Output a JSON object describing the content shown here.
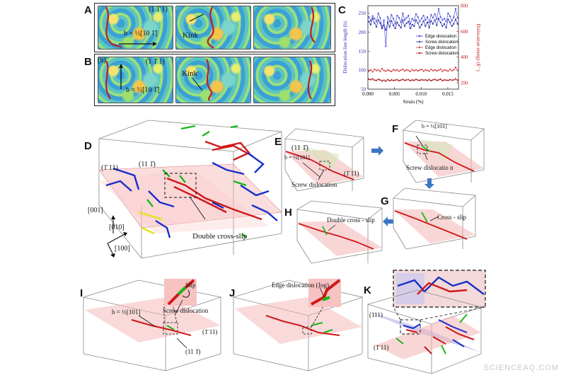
{
  "panels": {
    "A": {
      "letter": "A",
      "plane": "(1 1̄ 1)",
      "burgers": "b = ½[10 1̄]",
      "kink": "Kink"
    },
    "B": {
      "letter": "B",
      "index_b": "(b)",
      "plane": "(1 1̄ 1)",
      "burgers": "b = ½[10 1̄]",
      "kink": "Kink"
    },
    "C": {
      "letter": "C"
    },
    "D": {
      "letter": "D",
      "plane1": "(1̄ 11)",
      "plane2": "(11 1̄)",
      "axis1": "[001]",
      "axis2": "[010]",
      "axis3": "[100]",
      "note": "Double  cross-slip"
    },
    "E": {
      "letter": "E",
      "plane1": "(11 1̄)",
      "burgers": "b = ½[101]",
      "plane2": "(1̄ 11)",
      "note": "Screw dislocation"
    },
    "F": {
      "letter": "F",
      "burgers": "b = ½[101]",
      "note": "Screw dislocatio n"
    },
    "G": {
      "letter": "G",
      "note": "Cross - slip"
    },
    "H": {
      "letter": "H",
      "note": "Double cross - slip"
    },
    "I": {
      "letter": "I",
      "inset": "Slip",
      "burgers": "b = ½[101]",
      "note": "Screw dislocation",
      "plane1": "(1̄ 11)",
      "plane2": "(11 1̄)"
    },
    "J": {
      "letter": "J",
      "note": "Edge dislocation (Jog)"
    },
    "K": {
      "letter": "K",
      "plane1": "(111)",
      "plane2": "(1̄ 11)"
    }
  },
  "chart_data": {
    "type": "line",
    "xlabel": "Strain (%)",
    "ylabel_left": "Dislocation line length (b)",
    "ylabel_right": "Dislocation energy (E⁻)",
    "x_ticks": [
      "0.000",
      "0.005",
      "0.010",
      "0.015"
    ],
    "y_left_ticks": [
      "50",
      "100",
      "150",
      "200",
      "250"
    ],
    "y_right_ticks": [
      "200",
      "400",
      "600",
      "800"
    ],
    "xlim": [
      0.0,
      0.017
    ],
    "ylim_left": [
      50,
      270
    ],
    "ylim_right": [
      150,
      800
    ],
    "legend": [
      "Edge dislocation",
      "Screw dislocation",
      "Edge dislocation",
      "Screw dislocation"
    ],
    "series": [
      {
        "name": "Edge dislocation",
        "axis": "left",
        "color": "#4a4ad8",
        "values": [
          240,
          230,
          243,
          236,
          228,
          250,
          238,
          210,
          232,
          163,
          240,
          228,
          246,
          236,
          222,
          244,
          238,
          226,
          250,
          232,
          238,
          244,
          222,
          236,
          230,
          248,
          240,
          228,
          236,
          244,
          232,
          240,
          226,
          246,
          238,
          248,
          234,
          262,
          240,
          232,
          236,
          228,
          250,
          242,
          230,
          240,
          262,
          238
        ]
      },
      {
        "name": "Screw dislocation",
        "axis": "left",
        "color": "#2a2aa8",
        "values": [
          228,
          220,
          236,
          224,
          214,
          232,
          224,
          210,
          218,
          206,
          226,
          214,
          230,
          218,
          210,
          226,
          218,
          212,
          232,
          216,
          224,
          228,
          210,
          220,
          216,
          232,
          224,
          212,
          220,
          230,
          216,
          226,
          212,
          230,
          222,
          232,
          218,
          236,
          226,
          216,
          222,
          212,
          234,
          226,
          216,
          222,
          234,
          222
        ]
      },
      {
        "name": "Edge dislocation",
        "axis": "right",
        "color": "#d84040",
        "values": [
          290,
          300,
          285,
          305,
          295,
          300,
          288,
          310,
          296,
          290,
          300,
          294,
          288,
          302,
          296,
          300,
          290,
          298,
          304,
          292,
          300,
          296,
          288,
          302,
          294,
          300,
          292,
          298,
          304,
          290,
          300,
          296,
          290,
          304,
          294,
          300,
          292,
          298,
          306,
          290,
          300,
          296,
          290,
          304,
          294,
          300,
          320,
          296
        ]
      },
      {
        "name": "Screw dislocation",
        "axis": "right",
        "color": "#a82020",
        "values": [
          228,
          224,
          230,
          220,
          218,
          226,
          222,
          214,
          220,
          212,
          224,
          216,
          222,
          218,
          220,
          224,
          216,
          220,
          226,
          218,
          222,
          224,
          216,
          222,
          218,
          226,
          220,
          218,
          224,
          220,
          222,
          218,
          224,
          216,
          222,
          226,
          218,
          222,
          228,
          216,
          222,
          220,
          218,
          224,
          220,
          222,
          230,
          220
        ]
      }
    ]
  },
  "watermark": "SCIENCEAQ.COM"
}
